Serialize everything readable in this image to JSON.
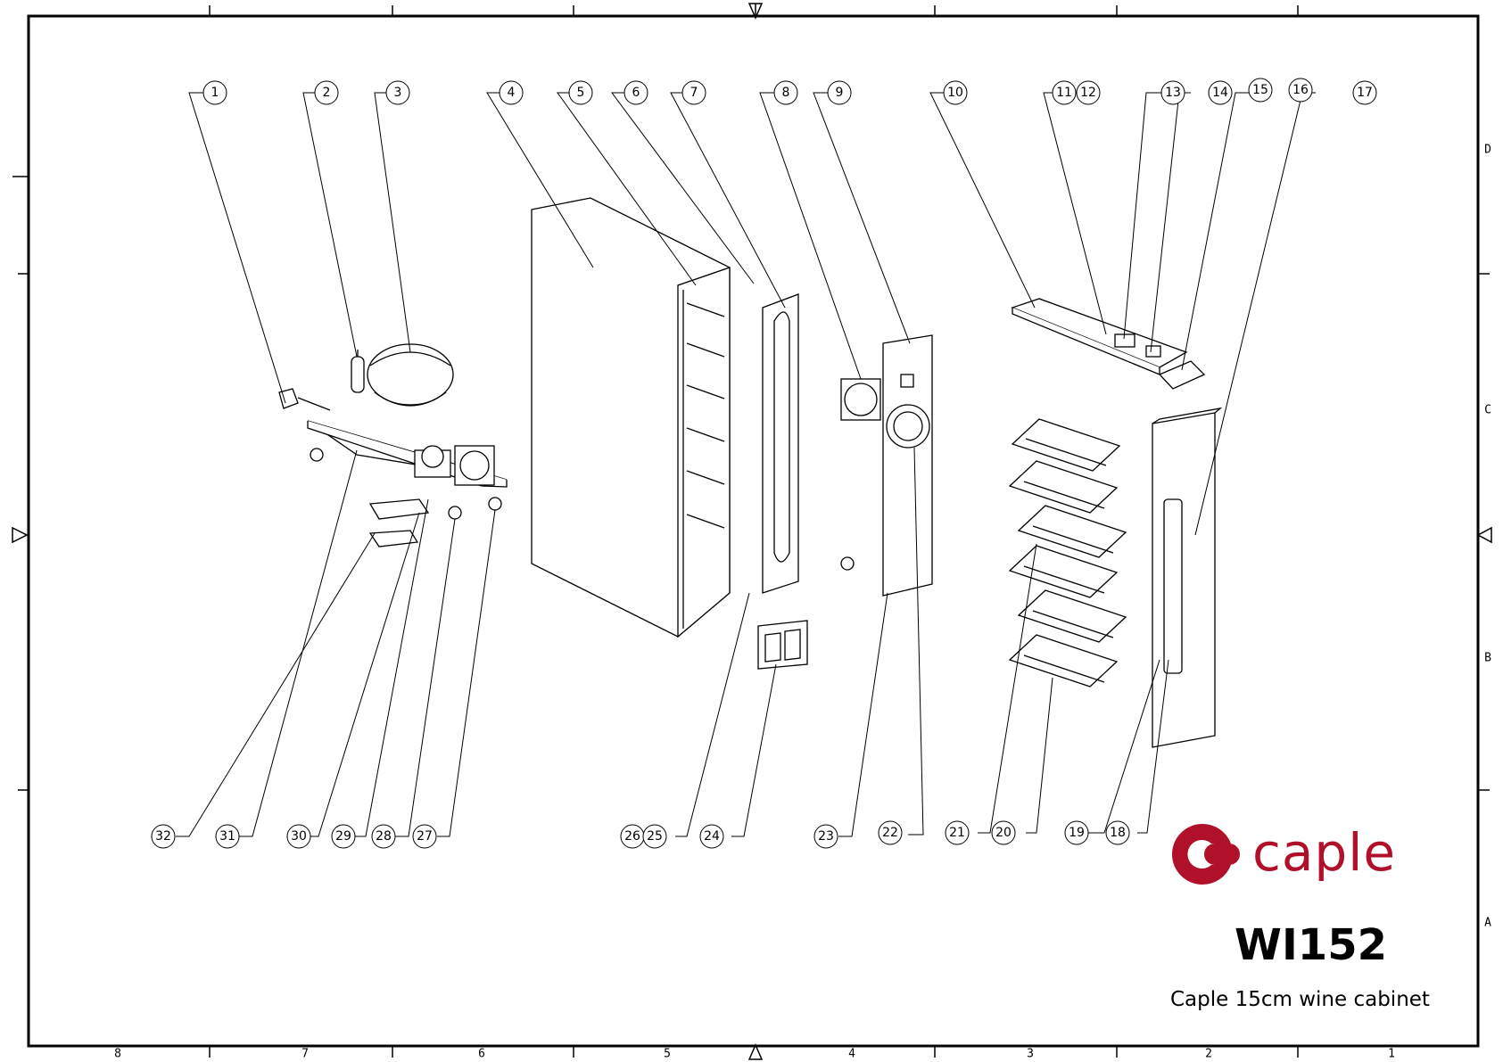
{
  "callouts": {
    "top": [
      "1",
      "2",
      "3",
      "4",
      "5",
      "6",
      "7",
      "8",
      "9",
      "10",
      "11",
      "12",
      "13",
      "14",
      "15",
      "16",
      "17"
    ],
    "bottom": [
      "32",
      "31",
      "30",
      "29",
      "28",
      "27",
      "26",
      "25",
      "24",
      "23",
      "22",
      "21",
      "20",
      "19",
      "18"
    ]
  },
  "zones": {
    "columns": [
      "8",
      "7",
      "6",
      "5",
      "4",
      "3",
      "2",
      "1"
    ],
    "rows": [
      "D",
      "C",
      "B",
      "A"
    ]
  },
  "title_block": {
    "brand": "caple",
    "model": "WI152",
    "description": "Caple 15cm wine cabinet"
  },
  "colors": {
    "brand": "#b0102a",
    "line": "#000000",
    "background": "#ffffff"
  }
}
